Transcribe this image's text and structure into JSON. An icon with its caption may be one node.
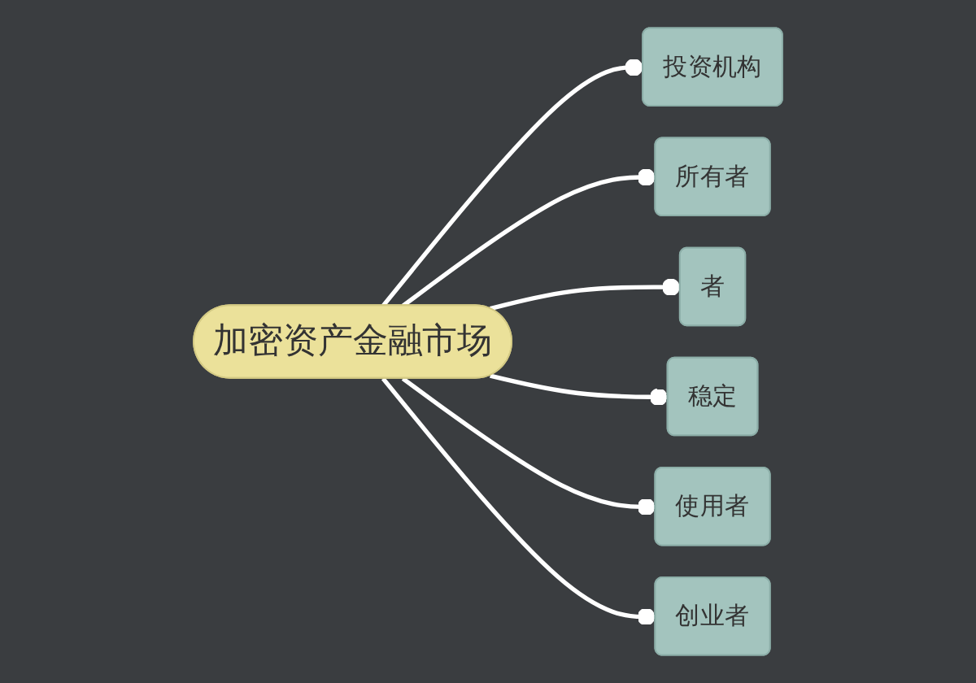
{
  "diagram": {
    "nodes": [
      {
        "text": [
          "投资机构"
        ]
      },
      {
        "text": [
          "所有者"
        ]
      },
      {
        "text": [
          "者"
        ]
      },
      {
        "text": [
          "加密资产金融市场"
        ]
      },
      {
        "text": [
          "稳定"
        ]
      },
      {
        "text": [
          "使用者"
        ]
      },
      {
        "text": [
          "创业者"
        ]
      }
    ],
    "edges": [
      {
        "from": 3,
        "to": 0,
        "arrow": "other"
      },
      {
        "from": 3,
        "to": 1,
        "arrow": "other"
      },
      {
        "from": 3,
        "to": 2,
        "arrow": "other"
      },
      {
        "from": 3,
        "to": 4,
        "arrow": "other"
      },
      {
        "from": 3,
        "to": 5,
        "arrow": "other"
      },
      {
        "from": 3,
        "to": 6,
        "arrow": "other"
      }
    ]
  }
}
